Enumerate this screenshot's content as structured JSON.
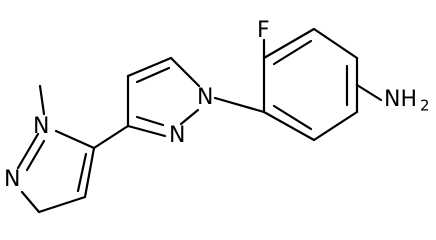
{
  "molecule": {
    "atoms": {
      "fluorine": "F",
      "amine_main": "NH",
      "amine_subscript": "2",
      "pyrazole_n1": "N",
      "pyrazole_n2": "N",
      "methylpyrazole_n1": "N",
      "methylpyrazole_n2": "N"
    }
  },
  "colors": {
    "bond": "#000000",
    "label": "#000000",
    "background": "#ffffff"
  }
}
